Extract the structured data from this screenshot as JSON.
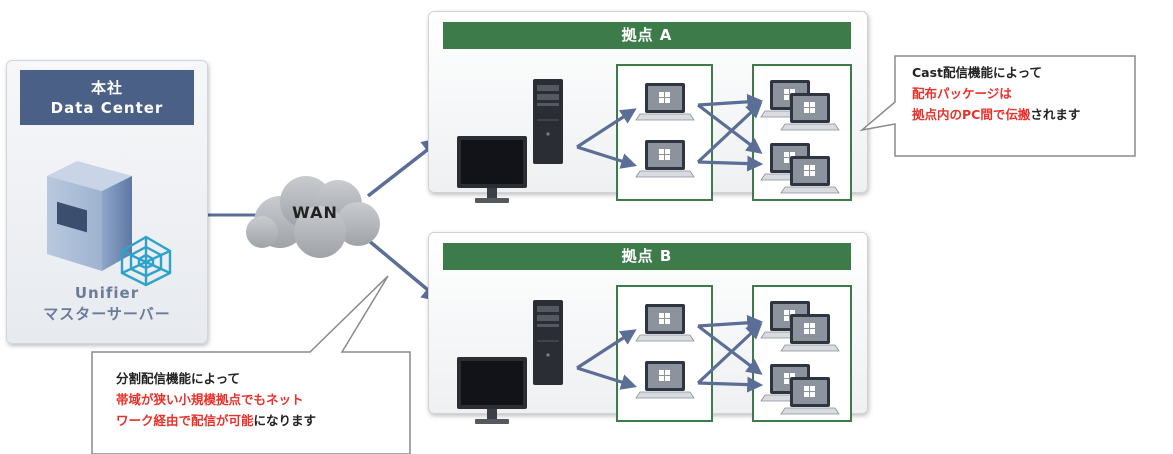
{
  "hq": {
    "title_line1": "本社",
    "title_line2": "Data Center",
    "server_line1": "Unifier",
    "server_line2": "マスターサーバー"
  },
  "wan": {
    "label": "WAN"
  },
  "sites": [
    {
      "title": "拠点 A"
    },
    {
      "title": "拠点 B"
    }
  ],
  "callouts": {
    "cast": {
      "line1": "Cast配信機能によって",
      "line2_red": "配布パッケージは",
      "line3_red": "拠点内のPC間で伝搬",
      "line3_black": "されます"
    },
    "split": {
      "line1": "分割配信機能によって",
      "line2_red": "帯域が狭い小規模拠点でもネット",
      "line3_red": "ワーク経由で配信が可能",
      "line3_black": "になります"
    }
  },
  "colors": {
    "site_header": "#3d7c4a",
    "hq_header": "#4a6086",
    "arrow": "#5b6e96",
    "highlight_text": "#e8322c"
  }
}
